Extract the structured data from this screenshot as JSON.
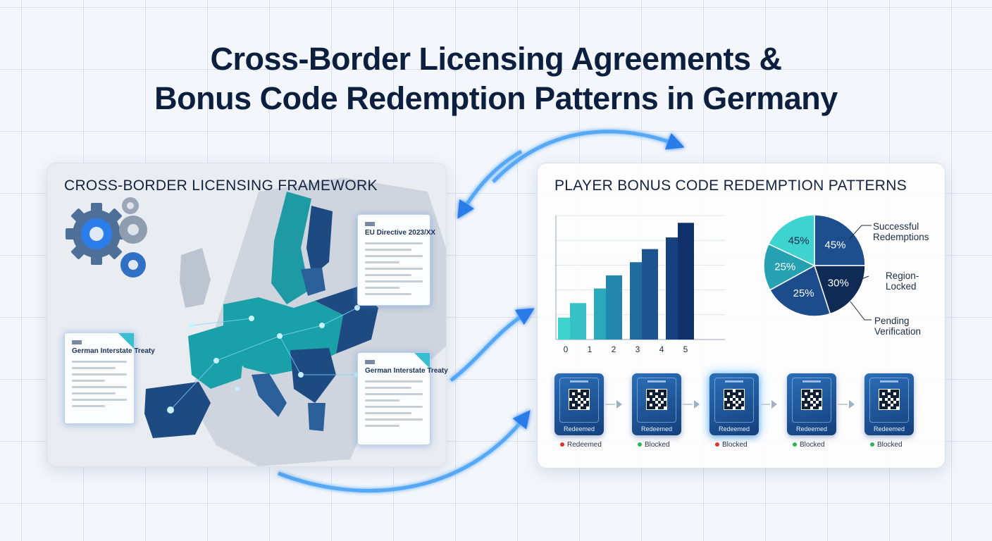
{
  "title": {
    "line1": "Cross-Border Licensing Agreements &",
    "line2": "Bonus Code Redemption Patterns in Germany"
  },
  "left_panel": {
    "heading": "CROSS-BORDER LICENSING FRAMEWORK",
    "documents": [
      {
        "title": "EU Directive 2023/XX"
      },
      {
        "title": "German Interstate Treaty"
      },
      {
        "title": "German Interstate Treaty"
      }
    ]
  },
  "right_panel": {
    "heading": "PLAYER BONUS CODE REDEMPTION PATTERNS",
    "codes": [
      {
        "caption": "Redeemed",
        "status": "Redeemed",
        "status_color": "#e0342f",
        "glow": false
      },
      {
        "caption": "Redeemed",
        "status": "Blocked",
        "status_color": "#2fb457",
        "glow": false
      },
      {
        "caption": "Redeemed",
        "status": "Blocked",
        "status_color": "#e0342f",
        "glow": true
      },
      {
        "caption": "Redeemed",
        "status": "Blocked",
        "status_color": "#2fb457",
        "glow": false
      },
      {
        "caption": "Redeemed",
        "status": "Blocked",
        "status_color": "#2fb457",
        "glow": false
      }
    ]
  },
  "colors": {
    "navy": "#0c1f3f",
    "teal": "#3fd3d0",
    "blue_accent": "#2b7de9",
    "map_teal": "#1aa0a8",
    "map_navy": "#1e4a82"
  },
  "chart_data": [
    {
      "type": "bar",
      "categories": [
        "0",
        "1",
        "2",
        "3",
        "4",
        "5"
      ],
      "values": [
        15,
        25,
        35,
        44,
        53,
        62,
        70,
        80
      ],
      "bar_positions": [
        0,
        0.5,
        1.5,
        2,
        3,
        3.5,
        4.5,
        5
      ],
      "ylim": [
        0,
        85
      ],
      "grid": true,
      "bar_colors": [
        "#3fd3d0",
        "#38c2c8",
        "#2aa9bb",
        "#2488ae",
        "#216b9f",
        "#1d5490",
        "#17417e",
        "#10306a"
      ]
    },
    {
      "type": "pie",
      "slices": [
        {
          "label": "45%",
          "value": 25,
          "color": "#1d4f8f"
        },
        {
          "label": "30%",
          "value": 20,
          "color": "#0f2b55"
        },
        {
          "label": "25%",
          "value": 22,
          "color": "#1c4c8b"
        },
        {
          "label": "25%",
          "value": 15,
          "color": "#26a1b1"
        },
        {
          "label": "45%",
          "value": 18,
          "color": "#3fd3d0"
        }
      ],
      "legend": [
        {
          "text": "Successful Redemptions"
        },
        {
          "text": "Region-Locked"
        },
        {
          "text": "Pending Verification"
        }
      ]
    }
  ]
}
